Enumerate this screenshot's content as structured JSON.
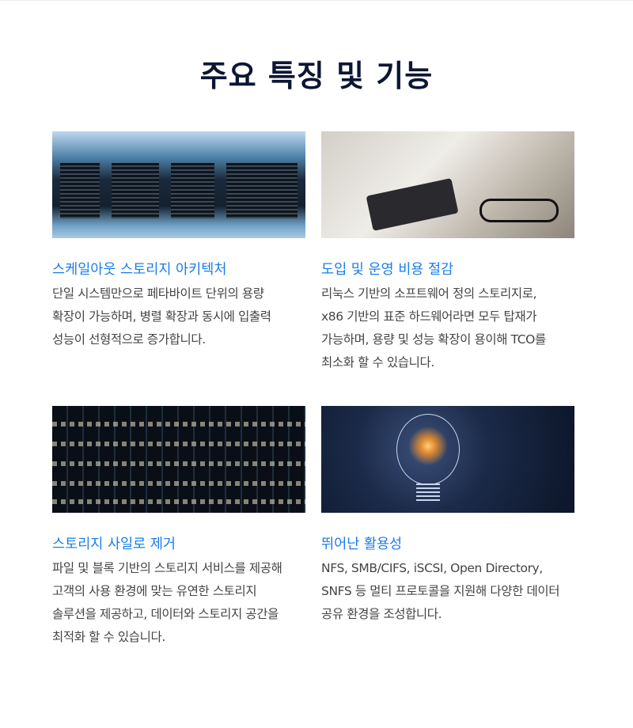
{
  "heading": "주요 특징 및 기능",
  "features": [
    {
      "title": "스케일아웃 스토리지 아키텍처",
      "image": "server-room-image",
      "body": [
        "단일 시스템만으로 페타바이트 단위의 용량",
        "확장이 가능하며, 병렬 확장과 동시에 입출력",
        "성능이 선형적으로 증가합니다."
      ]
    },
    {
      "title": "도입 및 운영 비용 절감",
      "image": "calculator-image",
      "body": [
        "리눅스 기반의 소프트웨어 정의 스토리지로,",
        "x86 기반의 표준 하드웨어라면 모두 탑재가",
        "가능하며, 용량 및 성능 확장이 용이해 TCO를",
        "최소화 할 수 있습니다."
      ]
    },
    {
      "title": "스토리지 사일로 제거",
      "image": "office-building-image",
      "body": [
        "파일 및 블록 기반의 스토리지 서비스를 제공해",
        "고객의 사용 환경에 맞는 유연한 스토리지",
        "솔루션을 제공하고, 데이터와 스토리지 공간을",
        "최적화 할 수 있습니다."
      ]
    },
    {
      "title": "뛰어난 활용성",
      "image": "lightbulb-image",
      "body": [
        "NFS, SMB/CIFS, iSCSI, Open Directory,",
        "SNFS 등 멀티 프로토콜을 지원해 다양한 데이터",
        "공유 환경을 조성합니다."
      ]
    }
  ]
}
